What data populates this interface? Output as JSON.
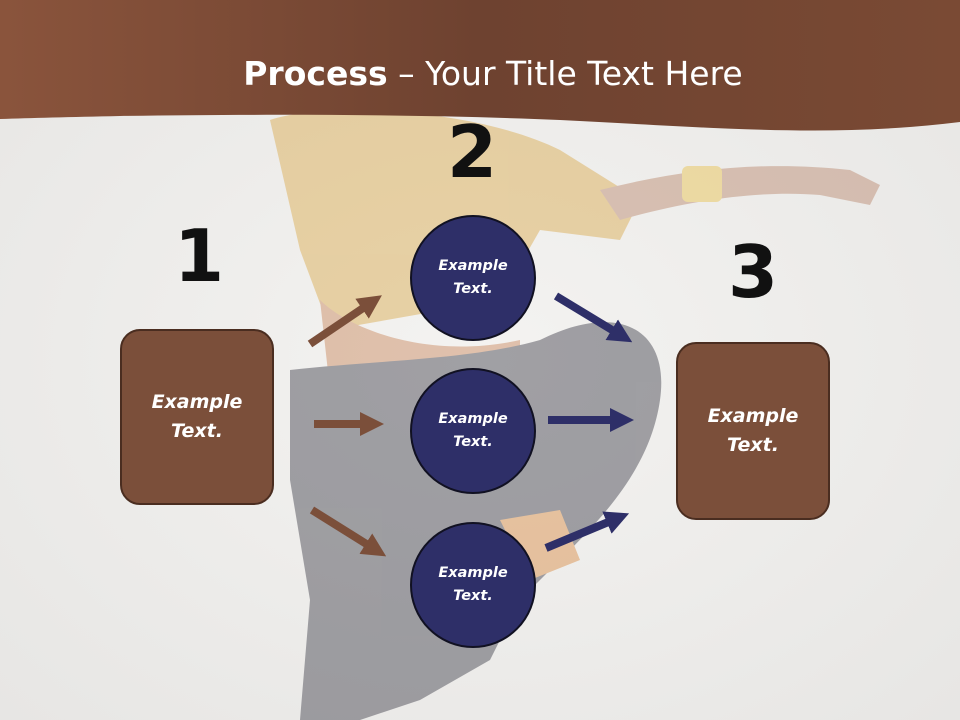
{
  "slide": {
    "title_bold": "Process",
    "title_rest": " – Your Title Text Here",
    "colors": {
      "banner": "#7a4a34",
      "box_fill": "#7b4f3a",
      "circle_fill": "#2e2f68",
      "brown_arrow": "#7b4f3a",
      "navy_arrow": "#2e2f68"
    },
    "steps": [
      {
        "number": "1"
      },
      {
        "number": "2"
      },
      {
        "number": "3"
      }
    ],
    "left_box": {
      "text": "Example\nText."
    },
    "circles": [
      {
        "text": "Example\nText."
      },
      {
        "text": "Example\nText."
      },
      {
        "text": "Example\nText."
      }
    ],
    "right_box": {
      "text": "Example\nText."
    },
    "icons": {
      "arrows_in": "arrow-right-icon",
      "arrows_out": "arrow-right-icon"
    }
  }
}
